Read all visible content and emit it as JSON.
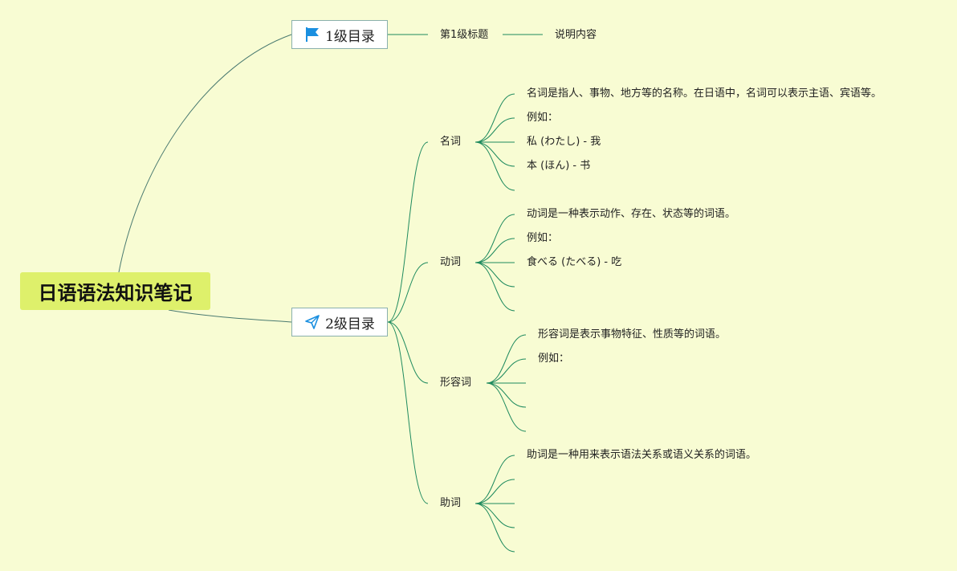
{
  "colors": {
    "background": "#f8fcd3",
    "root_fill": "#def06b",
    "branch_line": "#1e8a5e",
    "icon_blue": "#1a8fe0"
  },
  "root": {
    "title": "日语语法知识笔记"
  },
  "branches": [
    {
      "title": "1级目录",
      "icon": "flag-icon",
      "children": [
        {
          "title": "第1级标题",
          "children": [
            "说明内容"
          ]
        }
      ]
    },
    {
      "title": "2级目录",
      "icon": "paper-plane-icon",
      "children": [
        {
          "title": "名词",
          "children": [
            "名词是指人、事物、地方等的名称。在日语中，名词可以表示主语、宾语等。",
            "例如：",
            "私 (わたし) - 我",
            "本 (ほん) - 书",
            ""
          ]
        },
        {
          "title": "动词",
          "children": [
            "动词是一种表示动作、存在、状态等的词语。",
            "例如：",
            "食べる (たべる) - 吃",
            "",
            ""
          ]
        },
        {
          "title": "形容词",
          "children": [
            "形容词是表示事物特征、性质等的词语。",
            "例如：",
            "",
            "",
            ""
          ]
        },
        {
          "title": "助词",
          "children": [
            "助词是一种用来表示语法关系或语义关系的词语。",
            "",
            "",
            "",
            ""
          ]
        }
      ]
    }
  ]
}
